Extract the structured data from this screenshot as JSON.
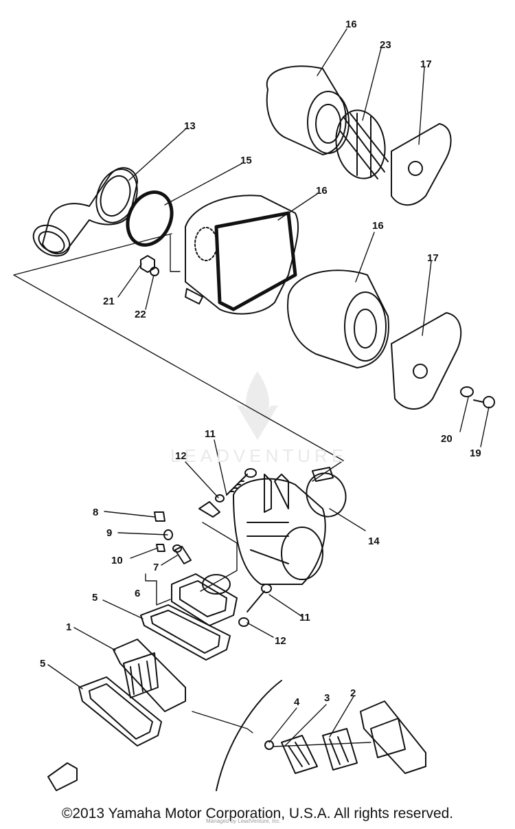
{
  "diagram": {
    "callouts": [
      "1",
      "2",
      "3",
      "4",
      "5",
      "5",
      "6",
      "7",
      "8",
      "9",
      "10",
      "11",
      "11",
      "12",
      "12",
      "13",
      "14",
      "15",
      "16",
      "16",
      "16",
      "17",
      "17",
      "19",
      "20",
      "21",
      "22",
      "23"
    ]
  },
  "watermark": {
    "text": "LEADVENTURE",
    "icon": "flame-logo-icon"
  },
  "footer": {
    "copyright": "©2013 Yamaha Motor Corporation, U.S.A. All rights reserved.",
    "credit": "Managed by LeadVenture, Inc."
  },
  "colors": {
    "ink": "#111111",
    "background": "#ffffff",
    "watermark": "#e6e6e6"
  }
}
